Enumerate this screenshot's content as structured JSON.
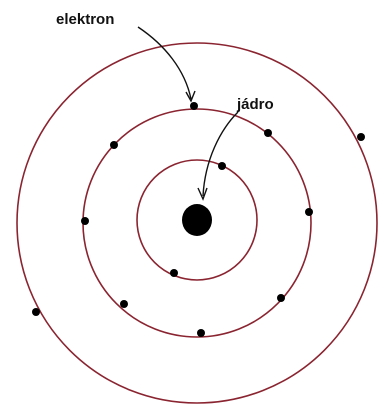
{
  "labels": {
    "electron": "elektron",
    "nucleus": "jádro"
  },
  "colors": {
    "orbit": "#8a2430",
    "electron": "#000000",
    "nucleus": "#000000",
    "arrow": "#111111"
  },
  "shells": [
    {
      "name": "inner-shell",
      "electrons": 2
    },
    {
      "name": "middle-shell",
      "electrons": 8
    },
    {
      "name": "outer-shell",
      "electrons": 2
    }
  ]
}
